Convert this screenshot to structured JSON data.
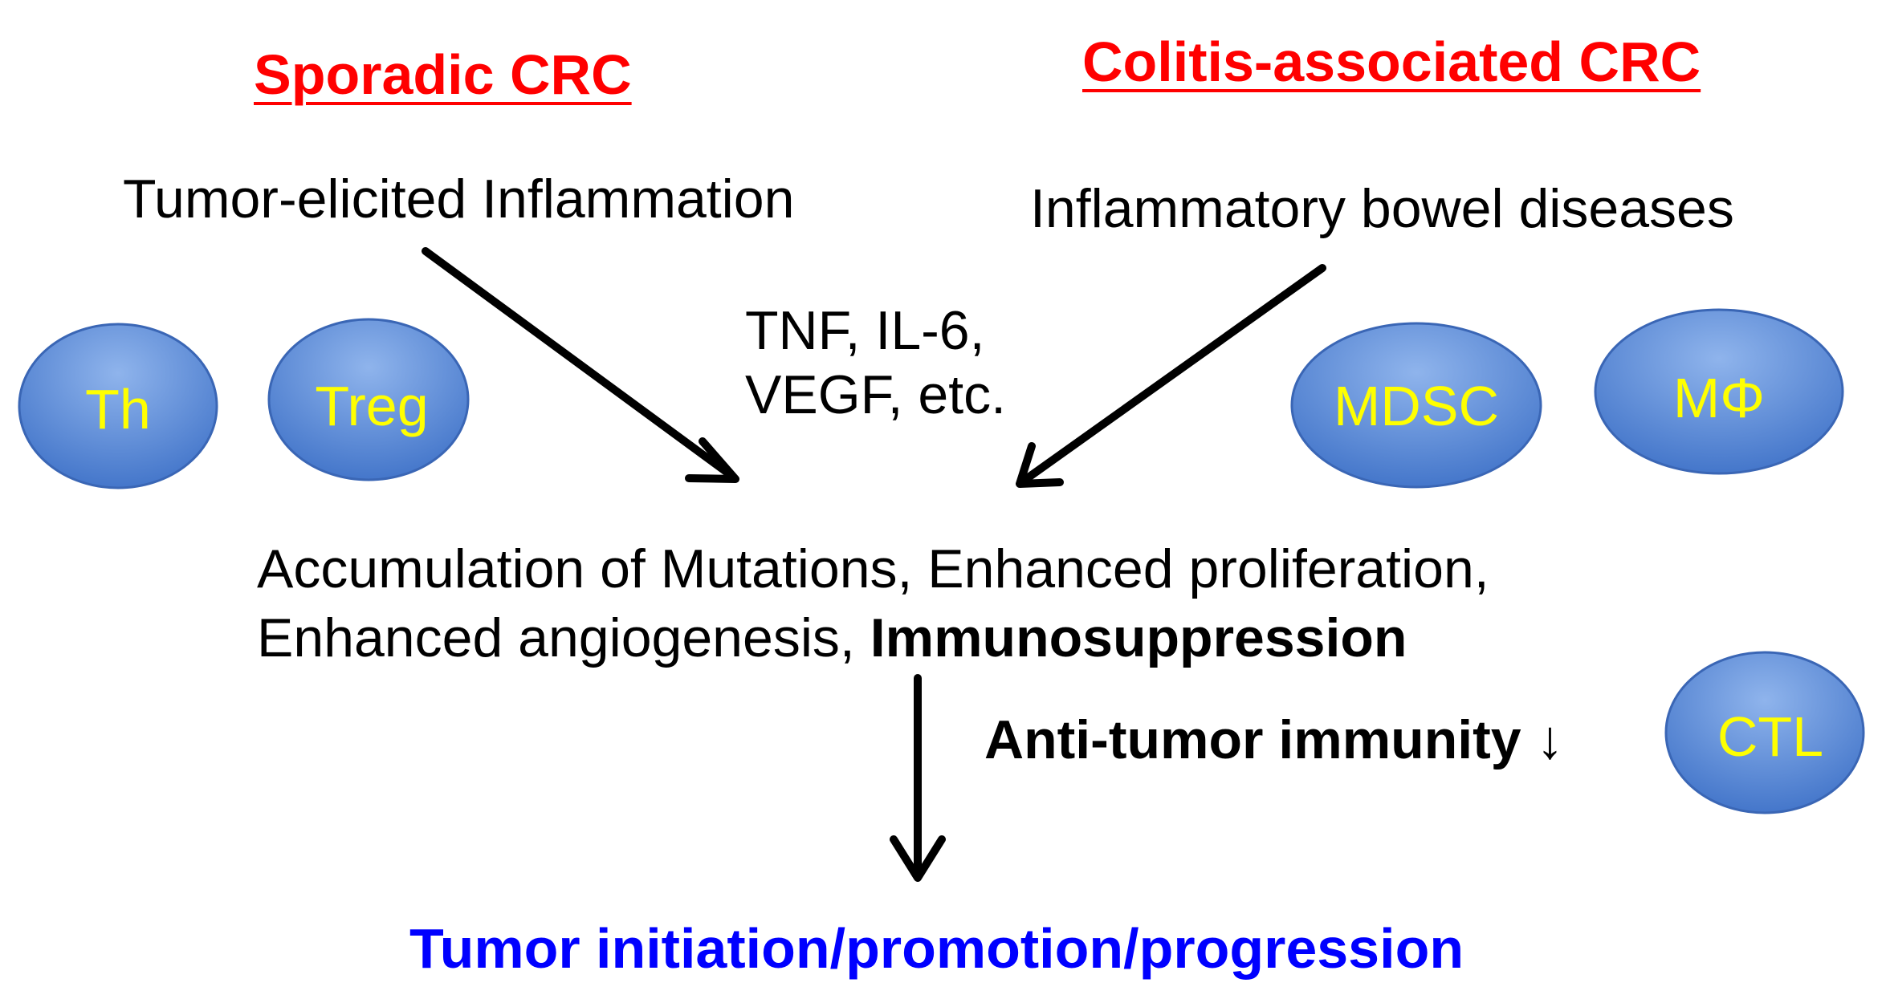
{
  "headings": {
    "sporadic": "Sporadic CRC",
    "colitis": "Colitis-associated CRC"
  },
  "sources": {
    "sporadic": "Tumor-elicited Inflammation",
    "colitis": "Inflammatory bowel diseases"
  },
  "mediators": {
    "line1": "TNF, IL-6,",
    "line2": "VEGF, etc."
  },
  "effects": {
    "line1": "Accumulation of Mutations, Enhanced proliferation,",
    "line2_prefix": "Enhanced angiogenesis, ",
    "line2_bold": "Immunosuppression"
  },
  "immunity": {
    "label": "Anti-tumor immunity",
    "arrow": "↓"
  },
  "outcome": "Tumor initiation/promotion/progression",
  "cells": [
    {
      "label": "Th"
    },
    {
      "label": "Treg"
    },
    {
      "label": "MDSC"
    },
    {
      "label": "MΦ"
    },
    {
      "label": "CTL"
    }
  ],
  "colors": {
    "heading": "#ff0000",
    "outcome": "#0000ff",
    "cell_label": "#ffff00",
    "cell_fill_top": "#8fb4ec",
    "cell_fill_bottom": "#3f72c8",
    "cell_stroke": "#3a66b5",
    "arrow": "#000000"
  }
}
